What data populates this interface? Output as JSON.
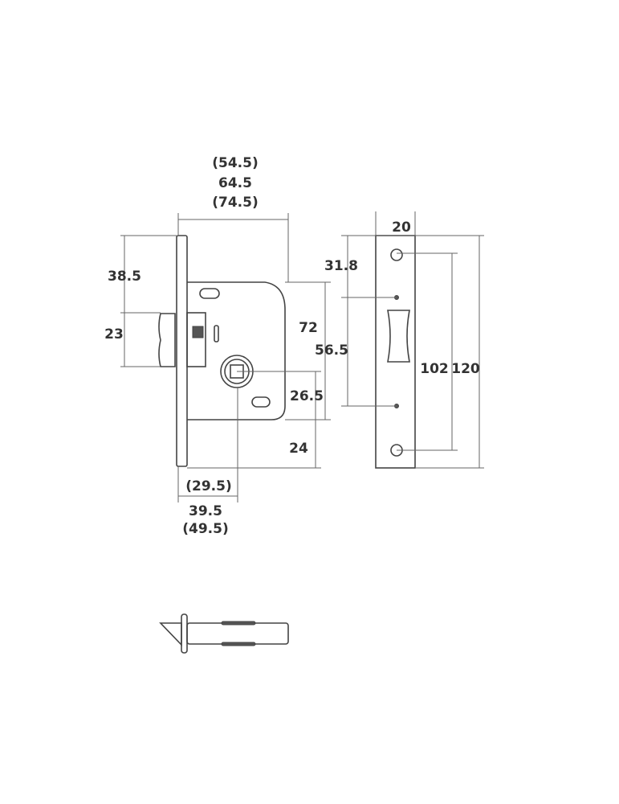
{
  "dimensions": {
    "width_min": "(54.5)",
    "width_std": "64.5",
    "width_max": "(74.5)",
    "top_to_latch": "38.5",
    "latch_height": "23",
    "case_height": "72",
    "follower_to_bottom_case": "26.5",
    "bottom_offset": "24",
    "backset_min": "(29.5)",
    "backset_std": "39.5",
    "backset_max": "(49.5)",
    "strike_width": "20",
    "strike_top_to_dot": "31.8",
    "strike_dot_spacing": "56.5",
    "strike_hole_spacing": "102",
    "strike_height": "120"
  }
}
